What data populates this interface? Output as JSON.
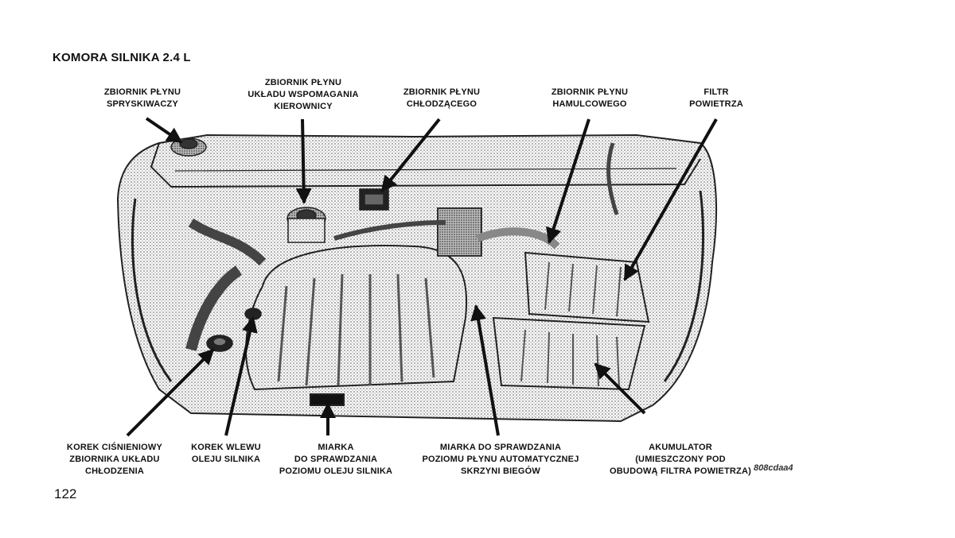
{
  "title": "KOMORA SILNIKA 2.4 L",
  "labels": {
    "washer": "ZBIORNIK PŁYNU\nSPRYSKIWACZY",
    "power_steering": "ZBIORNIK PŁYNU\nUKŁADU WSPOMAGANIA\nKIEROWNICY",
    "coolant": "ZBIORNIK PŁYNU\nCHŁODZĄCEGO",
    "brake": "ZBIORNIK PŁYNU\nHAMULCOWEGO",
    "air_filter": "FILTR\nPOWIETRZA",
    "pressure_cap": "KOREK CIŚNIENIOWY\nZBIORNIKA UKŁADU\nCHŁODZENIA",
    "oil_cap": "KOREK WLEWU\nOLEJU SILNIKA",
    "oil_dipstick": "MIARKA\nDO SPRAWDZANIA\nPOZIOMU OLEJU SILNIKA",
    "trans_dipstick": "MIARKA DO SPRAWDZANIA\nPOZIOMU PŁYNU AUTOMATYCZNEJ\nSKRZYNI BIEGÓW",
    "battery": "AKUMULATOR\n(UMIESZCZONY POD\nOBUDOWĄ FILTRA POWIETRZA)"
  },
  "image_code": "808cdaa4",
  "page_number": "122"
}
